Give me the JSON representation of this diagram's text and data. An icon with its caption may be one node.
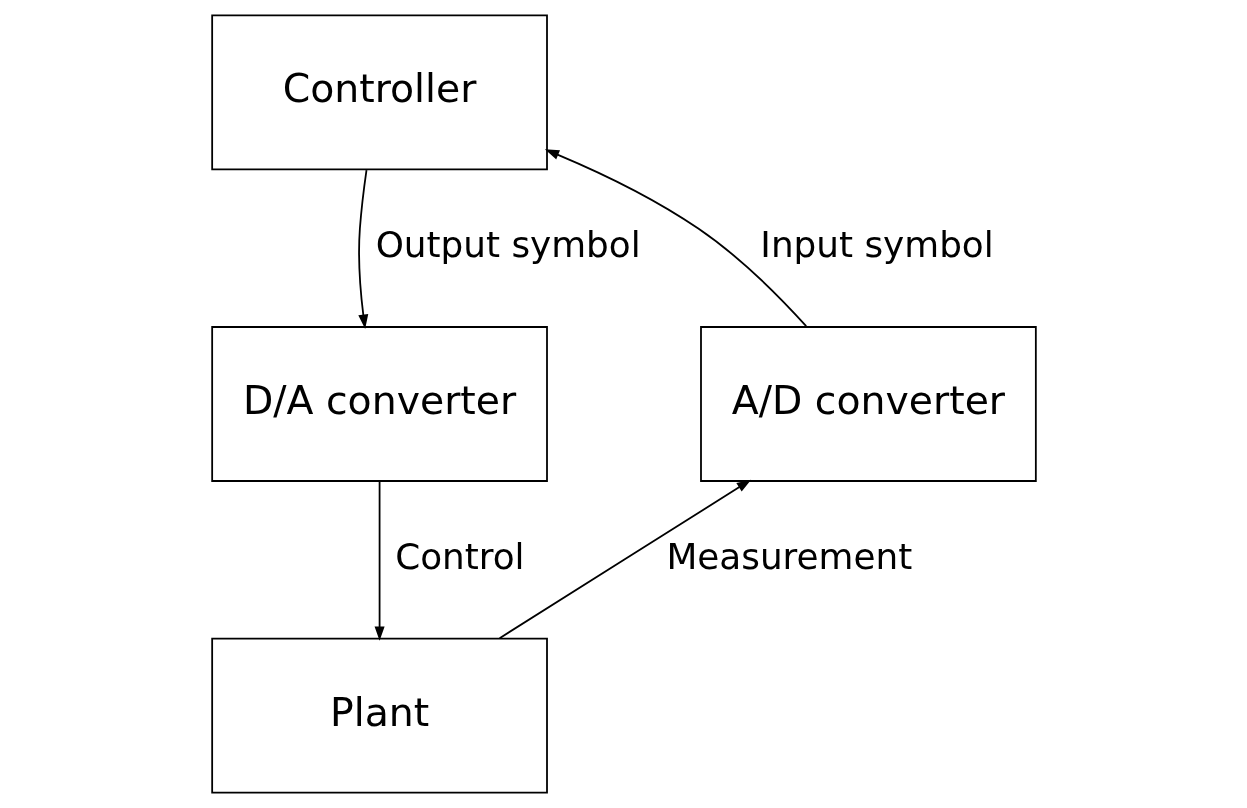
{
  "diagram": {
    "nodes": [
      {
        "text": [
          "Controller"
        ]
      },
      {
        "text": [
          "D/A converter"
        ]
      },
      {
        "text": [
          "Plant"
        ]
      },
      {
        "text": [
          "A/D converter"
        ]
      }
    ],
    "edges": [
      {
        "from": 3,
        "to": 0,
        "arrow": "to",
        "label": "Input symbol"
      },
      {
        "from": 0,
        "to": 1,
        "arrow": "to",
        "label": "Output symbol"
      },
      {
        "from": 1,
        "to": 2,
        "arrow": "to",
        "label": "Control"
      },
      {
        "from": 2,
        "to": 3,
        "arrow": "to",
        "label": "Measurement"
      }
    ]
  }
}
